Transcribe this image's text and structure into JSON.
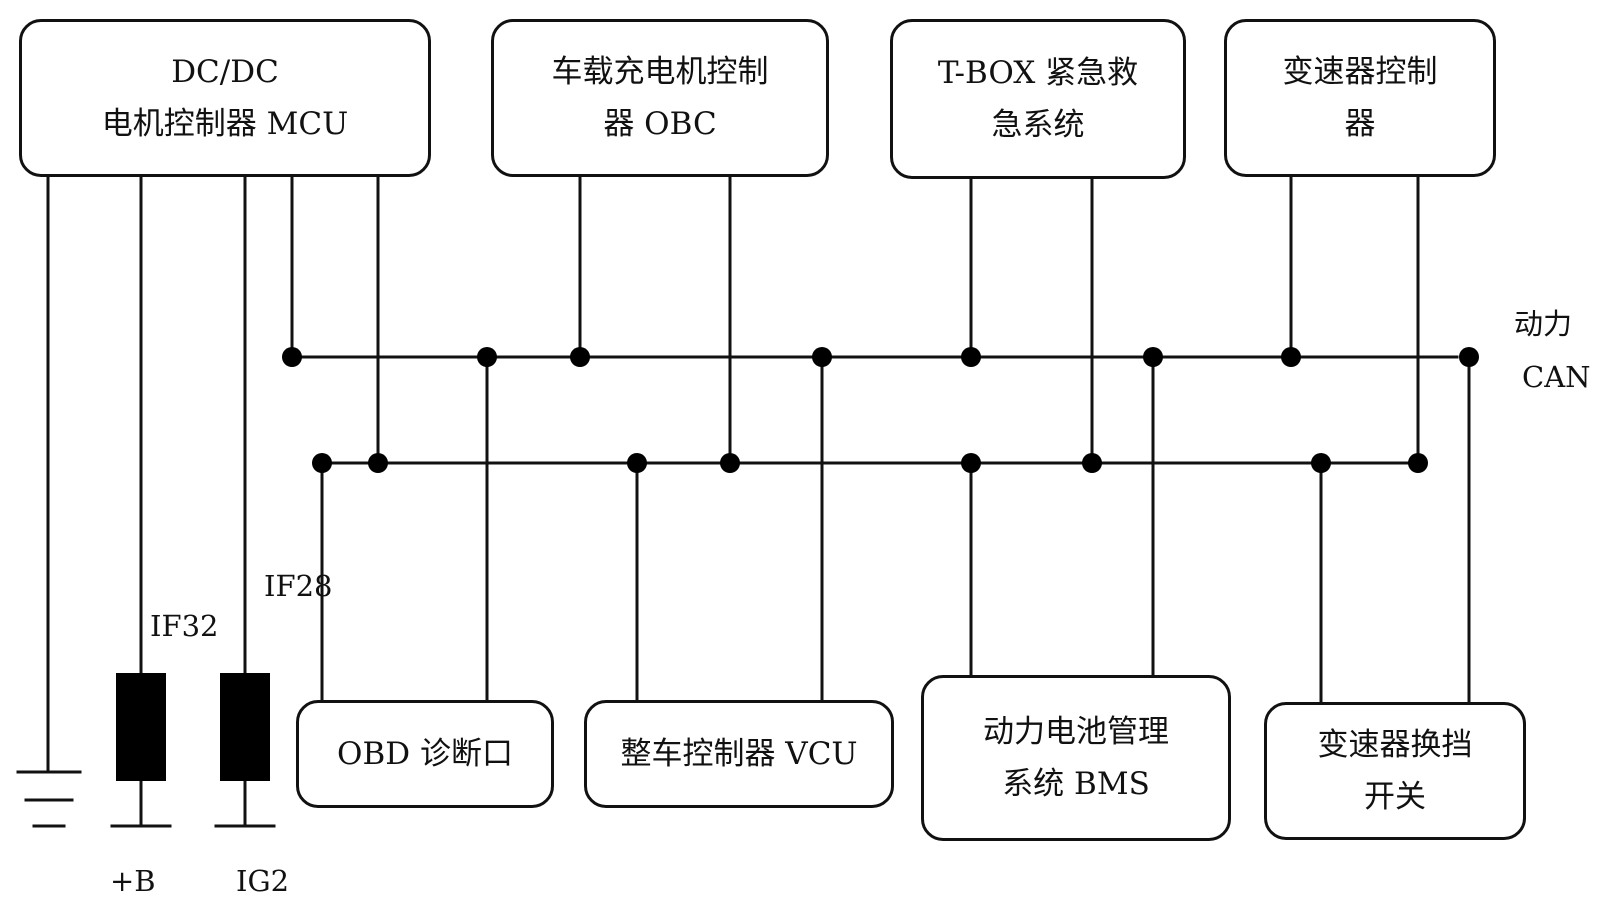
{
  "modules": {
    "mcu": {
      "line1": "DC/DC",
      "line2": "电机控制器 MCU"
    },
    "obc": {
      "line1": "车载充电机控制",
      "line2": "器 OBC"
    },
    "tbox": {
      "line1": "T-BOX 紧急救",
      "line2": "急系统"
    },
    "tcu": {
      "line1": "变速器控制",
      "line2": "器"
    },
    "obd": {
      "line1": "OBD 诊断口"
    },
    "vcu": {
      "line1": "整车控制器 VCU"
    },
    "bms": {
      "line1": "动力电池管理",
      "line2": "系统 BMS"
    },
    "shifter": {
      "line1": "变速器换挡",
      "line2": "开关"
    }
  },
  "bus": {
    "label_line1": "动力",
    "label_line2": "CAN"
  },
  "fuses": {
    "if32": "IF32",
    "if28": "IF28"
  },
  "terminals": {
    "b_plus": "+B",
    "ig2": "IG2"
  }
}
